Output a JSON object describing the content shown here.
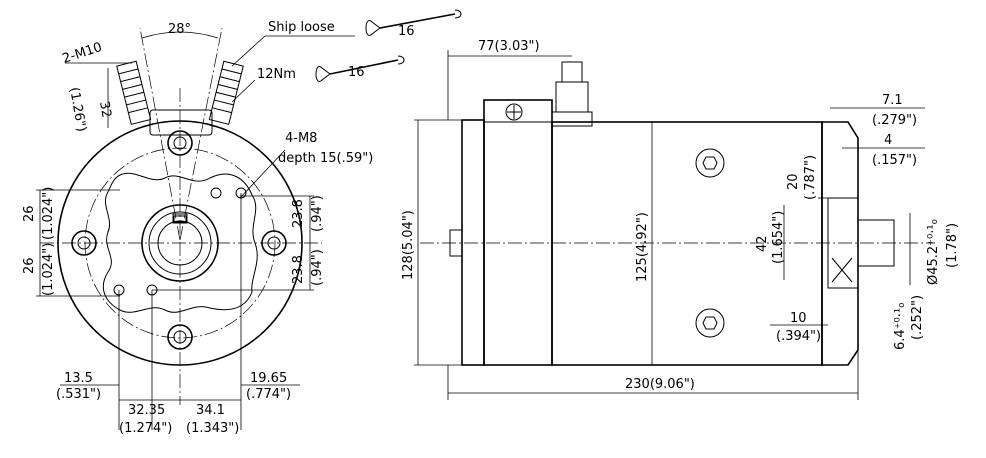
{
  "front_view": {
    "angle": "28°",
    "terminals": "2-M10",
    "ship_loose": "Ship loose",
    "torque": "12Nm",
    "wrench_a": "16",
    "wrench_b": "16",
    "terminal_height": "32",
    "terminal_height_in": "(1.26\")",
    "holes": "4-M8",
    "hole_depth": "depth 15(.59\")",
    "left_upper": "26",
    "left_upper_in": "(1.024\")",
    "left_lower": "26",
    "left_lower_in": "(1.024\")",
    "right_upper": "23.8",
    "right_upper_in": "(.94\")",
    "right_lower": "23.8",
    "right_lower_in": "(.94\")",
    "b1": "13.5",
    "b1_in": "(.531\")",
    "b2": "32.35",
    "b2_in": "(1.274\")",
    "b3": "34.1",
    "b3_in": "(1.343\")",
    "b4": "19.65",
    "b4_in": "(.774\")"
  },
  "side_view": {
    "top_length": "77(3.03\")",
    "overall_height": "128(5.04\")",
    "body_diameter": "125(4.92\")",
    "overall_length": "230(9.06\")",
    "d7": "7.1",
    "d7_in": "(.279\")",
    "d4": "4",
    "d4_in": "(.157\")",
    "d20": "20",
    "d20_in": "(.787\")",
    "d42": "42",
    "d42_in": "(1.654\")",
    "shaft": "Ø45.2⁺⁰·¹₀",
    "shaft_in": "(1.78\")",
    "d10": "10",
    "d10_in": "(.394\")",
    "key": "6.4⁺⁰·¹₀",
    "key_in": "(.252\")"
  }
}
